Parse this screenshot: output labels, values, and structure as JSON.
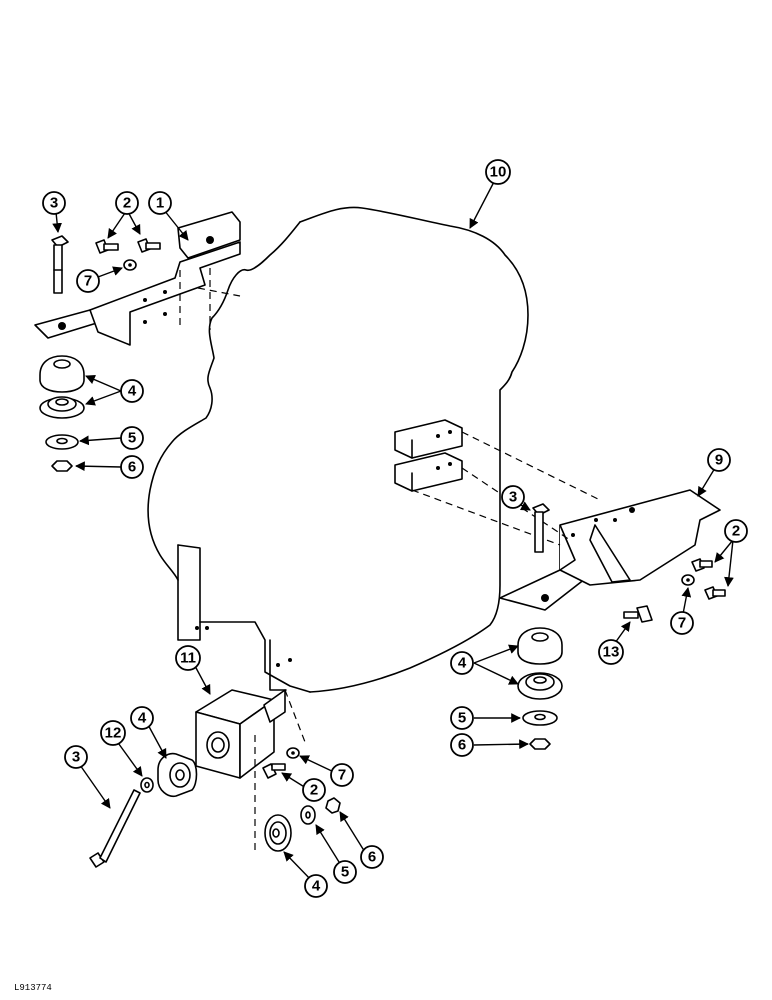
{
  "figure_ref": "L913774",
  "callouts": {
    "c1": "1",
    "c2a": "2",
    "c2b": "2",
    "c2c": "2",
    "c3a": "3",
    "c3b": "3",
    "c3c": "3",
    "c4a": "4",
    "c4b": "4",
    "c4c": "4",
    "c4d": "4",
    "c5a": "5",
    "c5b": "5",
    "c5c": "5",
    "c6a": "6",
    "c6b": "6",
    "c6c": "6",
    "c7a": "7",
    "c7b": "7",
    "c7c": "7",
    "c9": "9",
    "c10": "10",
    "c11": "11",
    "c12": "12",
    "c13": "13"
  }
}
